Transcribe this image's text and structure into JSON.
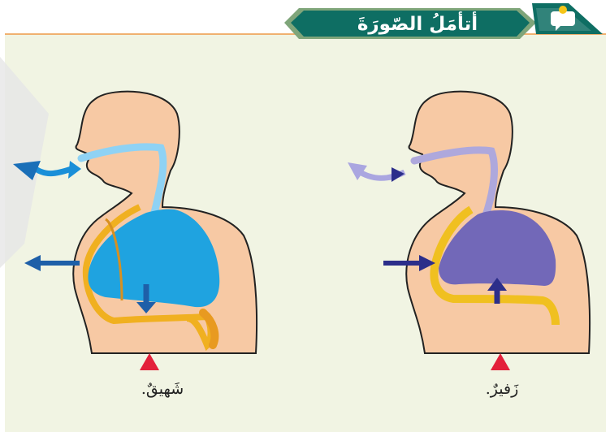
{
  "header": {
    "title": "أتأمَلُ الصّورَةَ",
    "icon": "speech-bubble-icon",
    "colors": {
      "banner": "#0e6e63",
      "banner_border": "#7fa57a",
      "panel_bg": "#f1f4e3",
      "panel_border": "#f0b070"
    }
  },
  "figures": [
    {
      "id": "inhale",
      "caption": "شَهيقٌ.",
      "airway_color": "#7ec8f0",
      "lung_color": "#1fa3e0",
      "arrow_color": "#1e5fa8"
    },
    {
      "id": "exhale",
      "caption": "زَفيرٌ.",
      "airway_color": "#a7a2d8",
      "lung_color": "#7268b8",
      "arrow_color": "#2c2e8a"
    }
  ]
}
